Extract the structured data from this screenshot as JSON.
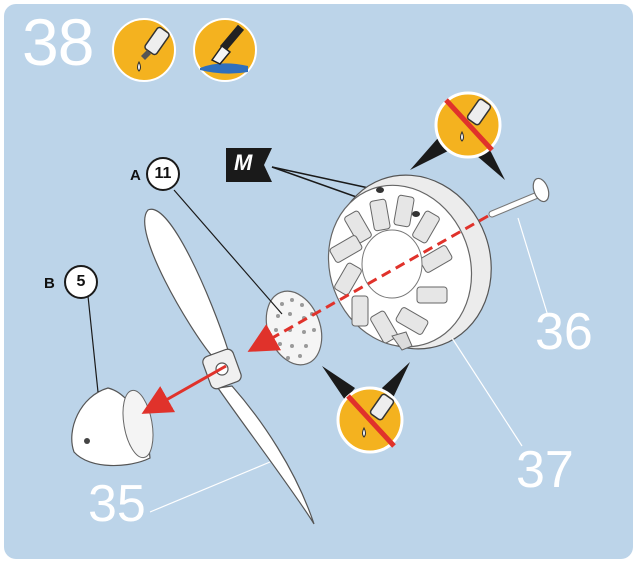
{
  "step": {
    "number": "38"
  },
  "labels": {
    "label_a": "A",
    "label_a_count": "11",
    "label_b": "B",
    "label_b_count": "5",
    "marker_m": "M"
  },
  "parts": [
    "35",
    "36",
    "37"
  ],
  "icons": [
    "glue-tube-icon",
    "paint-brush-icon",
    "no-glue-icon",
    "no-glue-icon"
  ],
  "colors": {
    "background": "#bcd4e9",
    "icon_yellow": "#f4b21f",
    "arrow_red": "#e0322b",
    "outline": "#1a1a1a",
    "text_white": "#ffffff"
  }
}
